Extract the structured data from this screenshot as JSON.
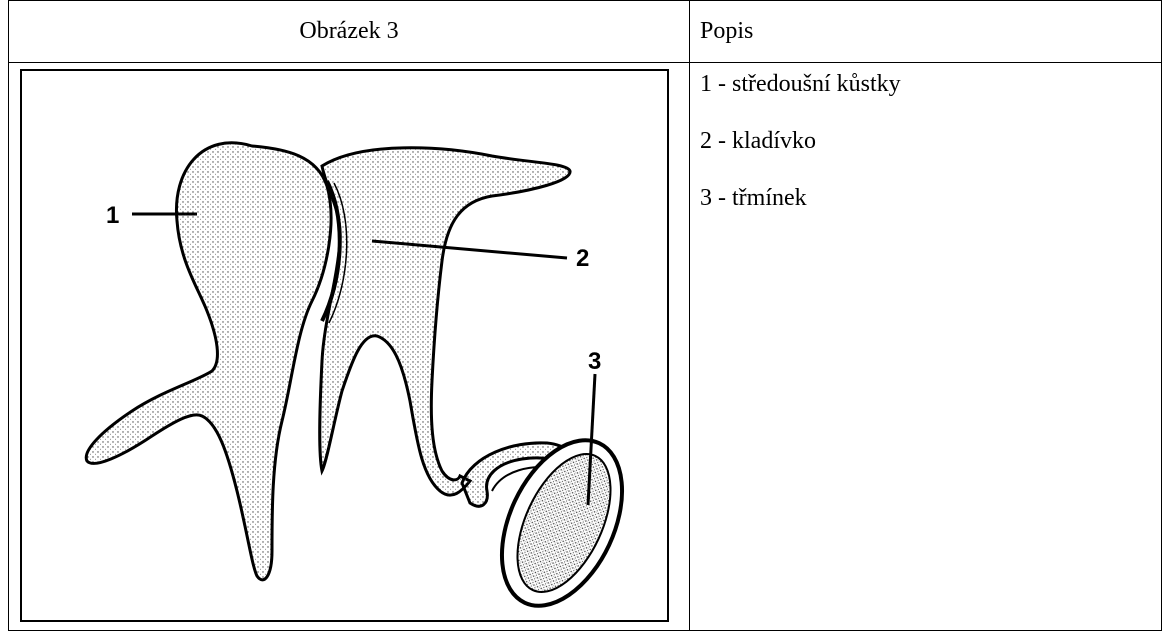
{
  "table": {
    "header_left": "Obrázek 3",
    "header_right": "Popis"
  },
  "figure": {
    "labels": [
      "1",
      "2",
      "3"
    ]
  },
  "description": {
    "items": [
      "1 - středoušní kůstky",
      "2 - kladívko",
      "3 - třmínek"
    ]
  }
}
